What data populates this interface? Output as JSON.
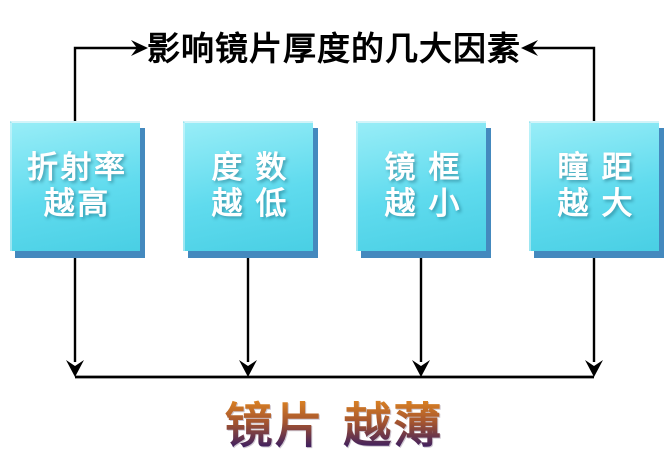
{
  "title": {
    "text": "影响镜片厚度的几大因素"
  },
  "factors": [
    {
      "label": "折射率越高",
      "lines": [
        "折射率",
        "越高"
      ]
    },
    {
      "label": "度数越低",
      "lines": [
        "度数",
        "越低"
      ]
    },
    {
      "label": "镜框越小",
      "lines": [
        "镜框",
        "越小"
      ]
    },
    {
      "label": "瞳距越大",
      "lines": [
        "瞳距",
        "越大"
      ]
    }
  ],
  "result": {
    "text": "镜片 越薄"
  },
  "colors": {
    "line": "#000000",
    "box_gradient_top": "#98edf7",
    "box_gradient_mid": "#60dbee",
    "box_gradient_bottom": "#49cfe4",
    "box_shadow": "#4489be",
    "box_text": "#ffffff",
    "result_gradient_top": "#f0941e",
    "result_gradient_mid": "#a4542f",
    "result_gradient_bottom": "#42215e"
  }
}
